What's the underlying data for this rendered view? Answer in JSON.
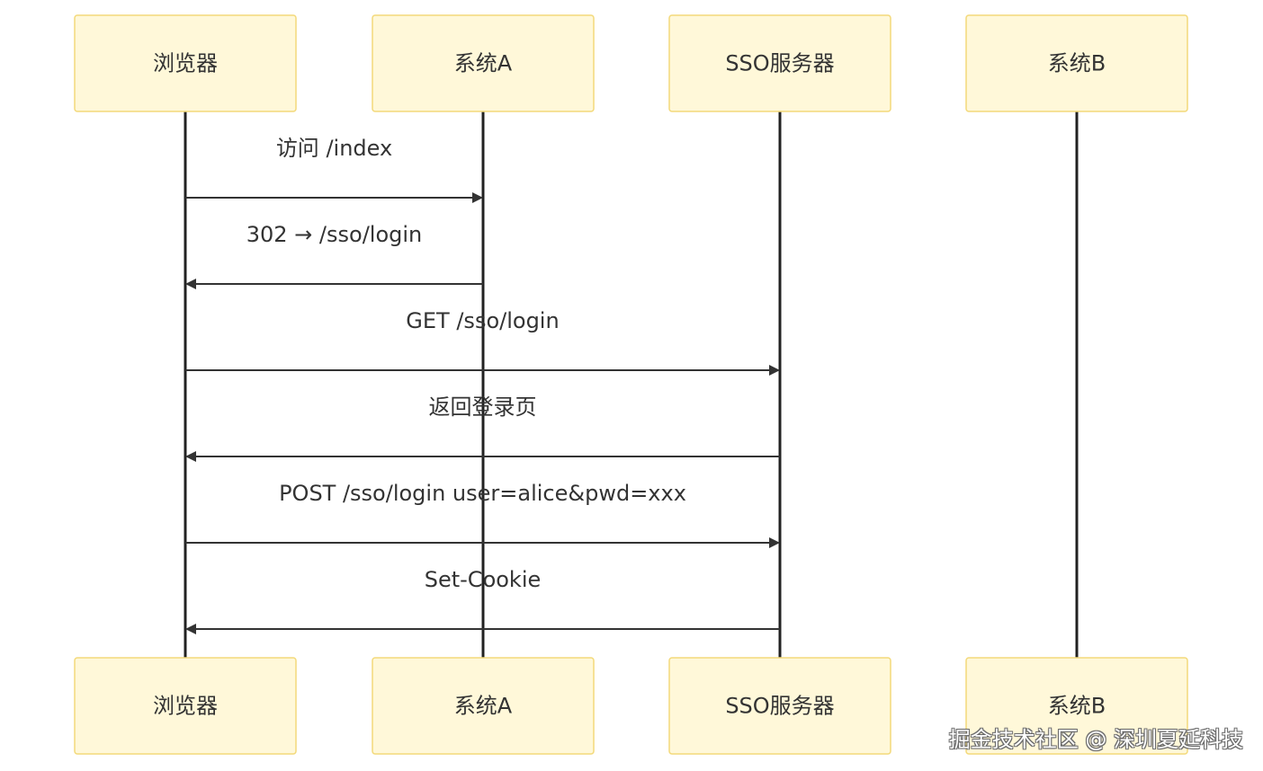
{
  "participants": [
    {
      "id": "browser",
      "label": "浏览器"
    },
    {
      "id": "systemA",
      "label": "系统A"
    },
    {
      "id": "sso",
      "label": "SSO服务器"
    },
    {
      "id": "systemB",
      "label": "系统B"
    }
  ],
  "messages": [
    {
      "from": "browser",
      "to": "systemA",
      "text": "访问 /index"
    },
    {
      "from": "systemA",
      "to": "browser",
      "text": "302 → /sso/login"
    },
    {
      "from": "browser",
      "to": "sso",
      "text": "GET /sso/login"
    },
    {
      "from": "sso",
      "to": "browser",
      "text": "返回登录页"
    },
    {
      "from": "browser",
      "to": "sso",
      "text": "POST /sso/login user=alice&pwd=xxx"
    },
    {
      "from": "sso",
      "to": "browser",
      "text": "Set-Cookie"
    }
  ],
  "watermark": "掘金技术社区 @ 深圳夏延科技",
  "colors": {
    "actor_fill": "#fff8d9",
    "actor_border": "#f3d97a",
    "line": "#333333",
    "text": "#333333"
  }
}
